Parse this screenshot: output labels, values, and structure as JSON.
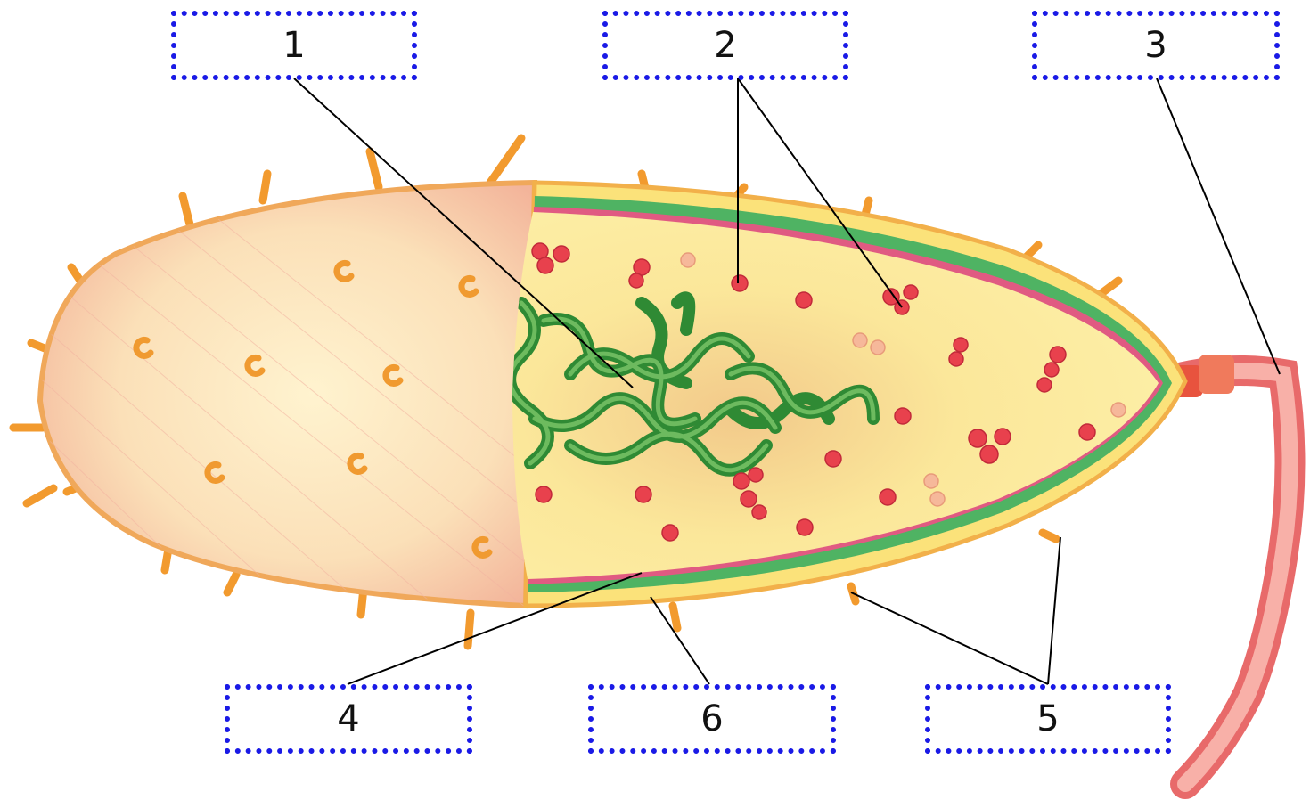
{
  "labels": {
    "box_1": "1",
    "box_2": "2",
    "box_3": "3",
    "box_4": "4",
    "box_5": "5",
    "box_6": "6"
  },
  "colors": {
    "box_border": "#1a1ae6",
    "leader_line": "#000000",
    "capsule": "#f6c9a8",
    "cytoplasm": "#fbeb8f",
    "cell_wall_green": "#3fae5a",
    "membrane_pink": "#e0507a",
    "nucleoid": "#3c9b3a",
    "ribosome": "#e8414d",
    "pili": "#f29a2e",
    "flagellum": "#f07a78"
  },
  "icons": {
    "nucleoid": "coiled-dna-icon",
    "ribosome": "dot-icon",
    "pilus": "spike-icon",
    "flagellum": "tail-icon"
  }
}
